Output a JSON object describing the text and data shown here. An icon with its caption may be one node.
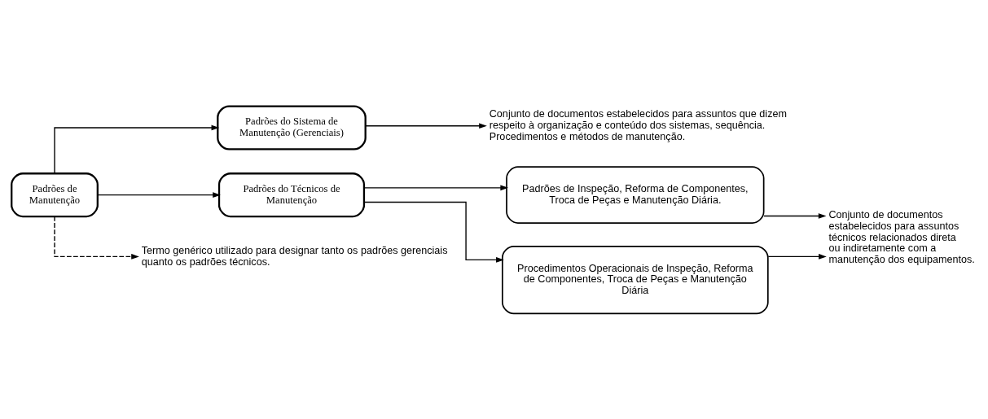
{
  "diagram": {
    "nodes": [
      {
        "text": [
          "Padrões de Manutenção"
        ]
      },
      {
        "text": [
          "Padrões do Sistema de Manutenção (Gerenciais)"
        ]
      },
      {
        "text": [
          "Padrões do Técnicos de Manutenção"
        ]
      },
      {
        "text": [
          "Padrões de Inspeção, Reforma de Componentes, Troca de Peças e Manutenção Diária."
        ]
      },
      {
        "text": [
          "Procedimentos Operacionais de Inspeção, Reforma de Componentes, Troca de Peças e Manutenção Diária"
        ]
      },
      {
        "text": [
          "Conjunto de documentos estabelecidos para assuntos que dizem respeito à organização e conteúdo dos sistemas, sequência. Procedimentos e métodos de manutenção."
        ]
      },
      {
        "text": [
          "Conjunto de documentos estabelecidos para assuntos técnicos relacionados direta ou indiretamente com a manutenção dos equipamentos."
        ]
      },
      {
        "text": [
          "Termo genérico utilizado para designar tanto os padrões gerenciais quanto os padrões técnicos."
        ]
      }
    ],
    "edges": [
      {
        "from": 0,
        "to": 1,
        "arrow": "to"
      },
      {
        "from": 0,
        "to": 2,
        "arrow": "to"
      },
      {
        "from": 1,
        "to": 5,
        "arrow": "to"
      },
      {
        "from": 2,
        "to": 3,
        "arrow": "to"
      },
      {
        "from": 2,
        "to": 4,
        "arrow": "to"
      },
      {
        "from": 3,
        "to": 6,
        "arrow": "to"
      },
      {
        "from": 4,
        "to": 6,
        "arrow": "to"
      },
      {
        "from": 0,
        "to": 7,
        "arrow": "to",
        "style": "dashed"
      }
    ]
  }
}
